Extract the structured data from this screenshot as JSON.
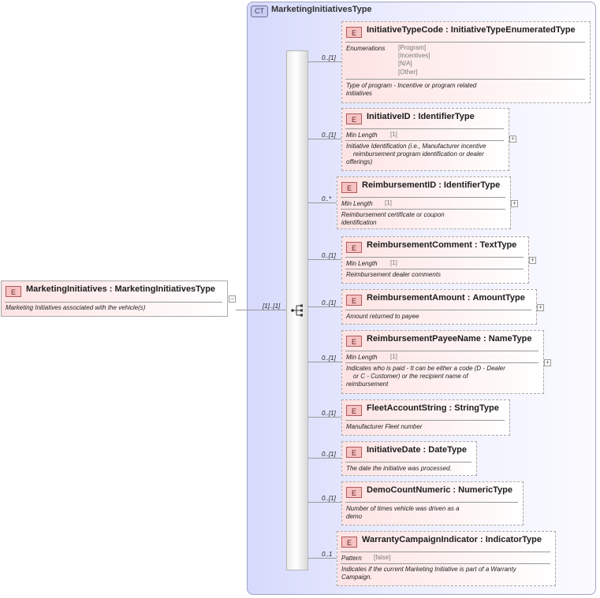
{
  "root": {
    "name": "MarketingInitiatives",
    "type": "MarketingInitiativesType",
    "doc": "Marketing Initiatives associated with the vehicle(s)"
  },
  "complex_type": {
    "badge": "CT",
    "name": "MarketingInitiativesType"
  },
  "sequence": {
    "cardinality": "[1]..[1]"
  },
  "labels": {
    "element_badge": "E",
    "enumerations": "Enumerations",
    "min_length": "Min Length",
    "pattern": "Pattern"
  },
  "elements": [
    {
      "name": "InitiativeTypeCode",
      "type": "InitiativeTypeEnumeratedType",
      "cardinality": "0..[1]",
      "enumerations": [
        "[Program]",
        "[Incentives]",
        "[N/A]",
        "[Other]"
      ],
      "doc": [
        "Type of program - Incentive or program related",
        "initiatives"
      ]
    },
    {
      "name": "InitiativeID",
      "type": "IdentifierType",
      "cardinality": "0..[1]",
      "min_length": "[1]",
      "doc": [
        "Initiative Identification (i.e., Manufacturer incentive",
        "    reimbursement program identification or dealer",
        "offerings)"
      ]
    },
    {
      "name": "ReimbursementID",
      "type": "IdentifierType",
      "cardinality": "0..*",
      "min_length": "[1]",
      "doc": [
        "Reimbursement certificate or coupon",
        "identification"
      ]
    },
    {
      "name": "ReimbursementComment",
      "type": "TextType",
      "cardinality": "0..[1]",
      "min_length": "[1]",
      "doc": [
        "Reimbursement dealer comments"
      ]
    },
    {
      "name": "ReimbursementAmount",
      "type": "AmountType",
      "cardinality": "0..[1]",
      "doc": [
        "Amount returned to payee"
      ]
    },
    {
      "name": "ReimbursementPayeeName",
      "type": "NameType",
      "cardinality": "0..[1]",
      "min_length": "[1]",
      "doc": [
        "Indicates who is paid - It can be either a code (D - Dealer",
        "    or C - Customer) or the recipient name of",
        "reimbursement"
      ]
    },
    {
      "name": "FleetAccountString",
      "type": "StringType",
      "cardinality": "0..[1]",
      "doc": [
        "Manufacturer Fleet number"
      ]
    },
    {
      "name": "InitiativeDate",
      "type": "DateType",
      "cardinality": "0..[1]",
      "doc": [
        "The date the initiative was processed."
      ]
    },
    {
      "name": "DemoCountNumeric",
      "type": "NumericType",
      "cardinality": "0..[1]",
      "doc": [
        "Number of times vehicle was driven as a",
        "demo"
      ]
    },
    {
      "name": "WarrantyCampaignIndicator",
      "type": "IndicatorType",
      "cardinality": "0..1",
      "pattern": "[false]",
      "doc": [
        "Indicates if the current Marketing Initiative is part of a Warranty",
        "Campaign."
      ]
    }
  ]
}
